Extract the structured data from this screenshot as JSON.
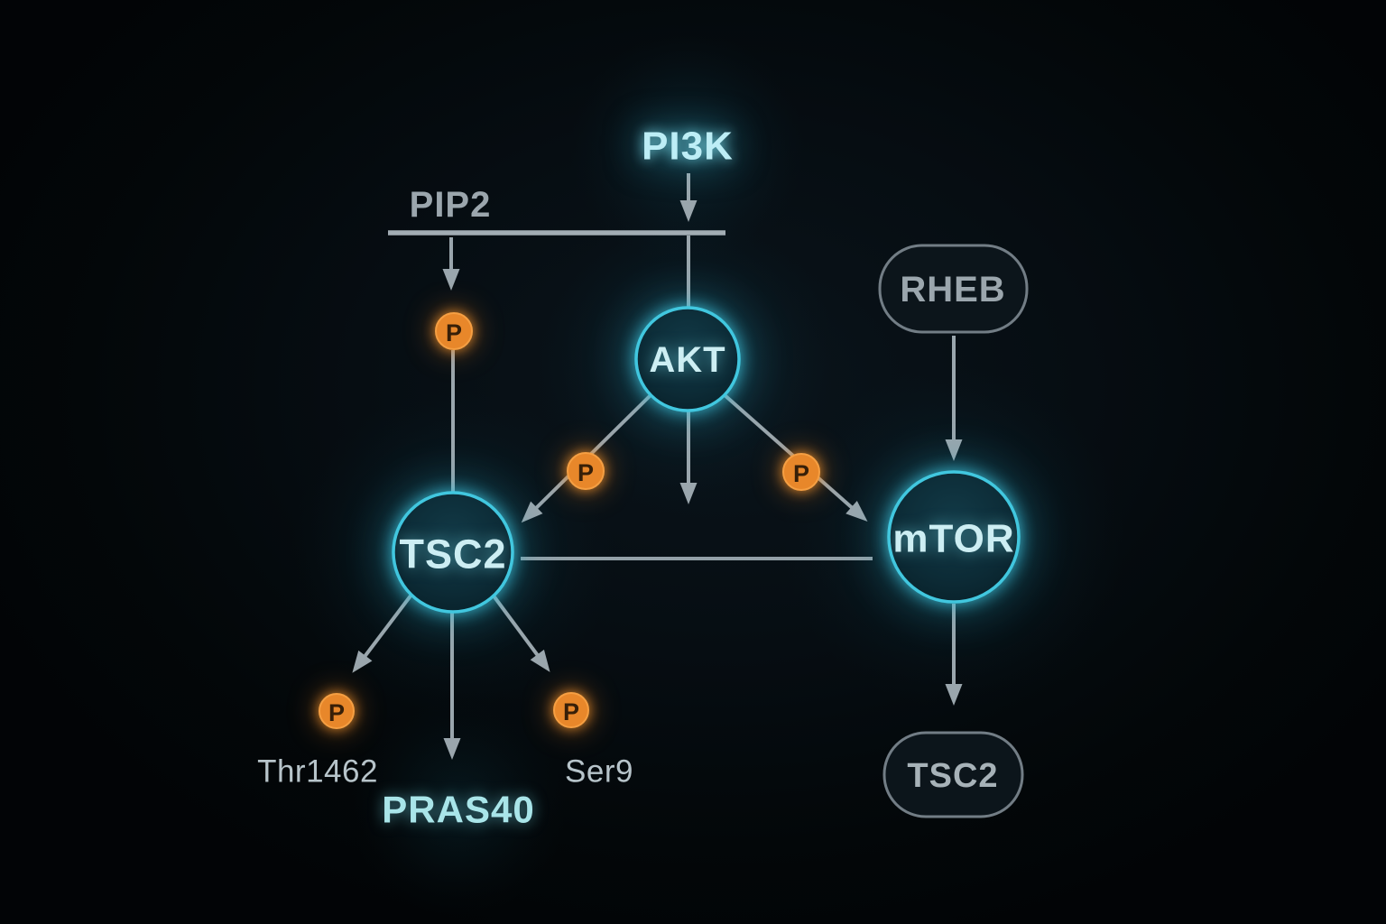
{
  "diagram_type": "signaling-pathway",
  "nodes": {
    "pi3k": {
      "label": "PI3K",
      "kind": "glowing-text"
    },
    "pip2": {
      "label": "PIP2",
      "kind": "membrane-label"
    },
    "akt": {
      "label": "AKT",
      "kind": "circle"
    },
    "tsc2": {
      "label": "TSC2",
      "kind": "circle"
    },
    "mtor": {
      "label": "mTOR",
      "kind": "circle"
    },
    "rheb": {
      "label": "RHEB",
      "kind": "pill"
    },
    "tsc2_output": {
      "label": "TSC2",
      "kind": "pill"
    },
    "pras40": {
      "label": "PRAS40",
      "kind": "glowing-text"
    },
    "site_thr1462": {
      "label": "Thr1462",
      "kind": "site-label"
    },
    "site_ser9": {
      "label": "Ser9",
      "kind": "site-label"
    }
  },
  "badges": {
    "phospho": "P"
  },
  "edges": [
    {
      "from": "PI3K",
      "to": "membrane-bar",
      "type": "arrow"
    },
    {
      "from": "membrane-bar",
      "to": "P-badge-1",
      "type": "arrow"
    },
    {
      "from": "P-badge-1",
      "to": "TSC2",
      "type": "line"
    },
    {
      "from": "membrane-bar",
      "to": "AKT",
      "type": "line"
    },
    {
      "from": "AKT",
      "to": "TSC2",
      "type": "arrow-with-phospho"
    },
    {
      "from": "AKT",
      "to": "down-unlabeled",
      "type": "arrow"
    },
    {
      "from": "AKT",
      "to": "mTOR",
      "type": "arrow-with-phospho"
    },
    {
      "from": "TSC2",
      "to": "mTOR",
      "type": "line"
    },
    {
      "from": "TSC2",
      "to": "Thr1462",
      "type": "arrow-with-phospho"
    },
    {
      "from": "TSC2",
      "to": "PRAS40",
      "type": "arrow"
    },
    {
      "from": "TSC2",
      "to": "Ser9",
      "type": "arrow-with-phospho"
    },
    {
      "from": "RHEB",
      "to": "mTOR",
      "type": "arrow"
    },
    {
      "from": "mTOR",
      "to": "TSC2-output",
      "type": "arrow"
    }
  ],
  "colors": {
    "background": "#05090d",
    "node_stroke": "#41c7df",
    "node_glow": "#37c0d8",
    "edge_gray": "#9aa6ad",
    "phospho_fill": "#e8872a",
    "phospho_letter": "#371f08",
    "label_pale_cyan": "#cdeef3",
    "label_gray": "#9ba6ad",
    "site_label": "#b7c4ca"
  }
}
